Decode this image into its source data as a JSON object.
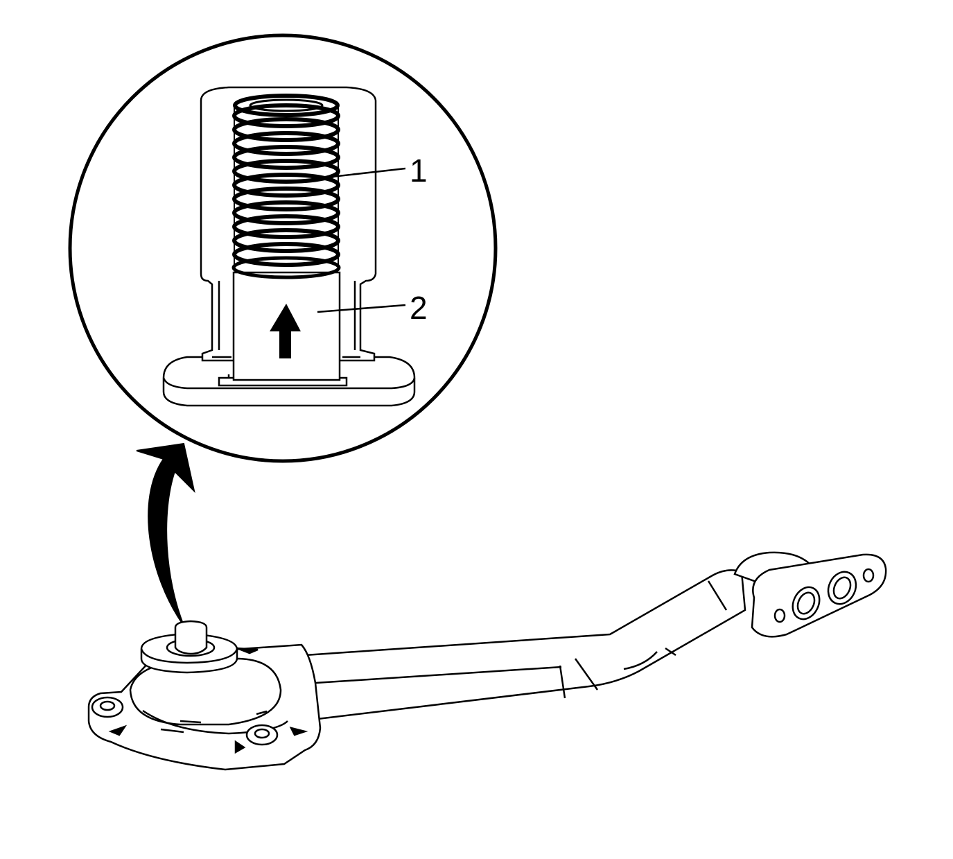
{
  "diagram": {
    "colors": {
      "line": "#000000",
      "background": "#ffffff"
    },
    "callouts": [
      {
        "number": "1",
        "part": "spring"
      },
      {
        "number": "2",
        "part": "valve"
      }
    ]
  }
}
